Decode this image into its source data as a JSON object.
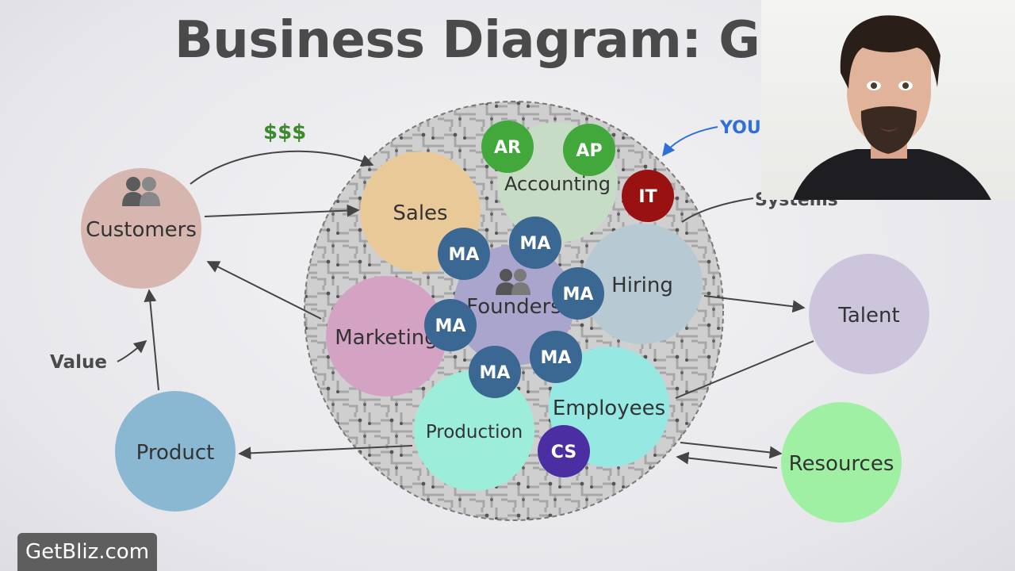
{
  "title": "Business Diagram: Gene",
  "nodes": {
    "customers": "Customers",
    "product": "Product",
    "sales": "Sales",
    "accounting": "Accounting",
    "marketing": "Marketing",
    "founders": "Founders",
    "hiring": "Hiring",
    "production": "Production",
    "employees": "Employees",
    "talent": "Talent",
    "resources": "Resources"
  },
  "badges": {
    "ar": "AR",
    "ap": "AP",
    "it": "IT",
    "cs": "CS",
    "ma": "MA"
  },
  "annotations": {
    "money": "$$$",
    "value": "Value",
    "you": "YOU",
    "systems": "Systems"
  },
  "watermark": "GetBliz.com",
  "colors": {
    "customers": "#d6b6ae",
    "product": "#8ab8d2",
    "sales": "#e9c998",
    "accounting": "#c6dcc4",
    "marketing": "#d4a3c4",
    "founders": "#a9a5cc",
    "hiring": "#b7c9d2",
    "production": "#9ceedb",
    "employees": "#96e8e2",
    "talent": "#cdc5dc",
    "resources": "#9ff0a2",
    "ma": "#3b6893",
    "ar_ap": "#43a83b",
    "it": "#9a1111",
    "cs": "#4b2fa2",
    "money_text": "#3b8a2e",
    "you_text": "#2f6fd6"
  }
}
